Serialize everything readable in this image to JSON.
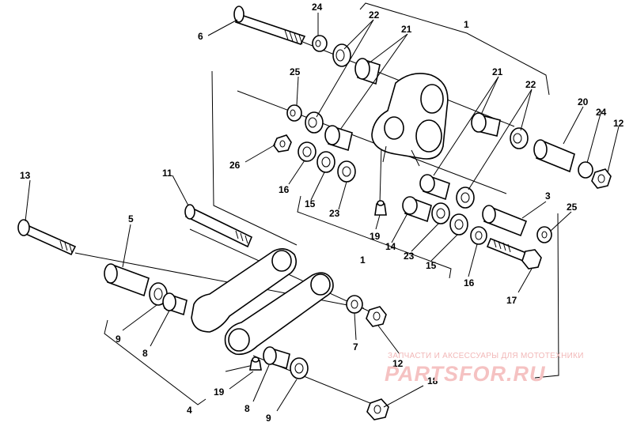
{
  "diagram": {
    "callouts": [
      "1",
      "1",
      "3",
      "4",
      "5",
      "6",
      "7",
      "8",
      "8",
      "9",
      "9",
      "11",
      "12",
      "12",
      "13",
      "14",
      "15",
      "15",
      "16",
      "16",
      "17",
      "18",
      "19",
      "19",
      "20",
      "21",
      "21",
      "22",
      "22",
      "23",
      "23",
      "24",
      "24",
      "25",
      "25",
      "26"
    ]
  },
  "watermark": {
    "tagline": "ЗАПЧАСТИ И АКСЕССУАРЫ ДЛЯ МОТОТЕХНИКИ",
    "logo": "PARTSFOR.RU",
    "color": "#f2b8b8"
  }
}
